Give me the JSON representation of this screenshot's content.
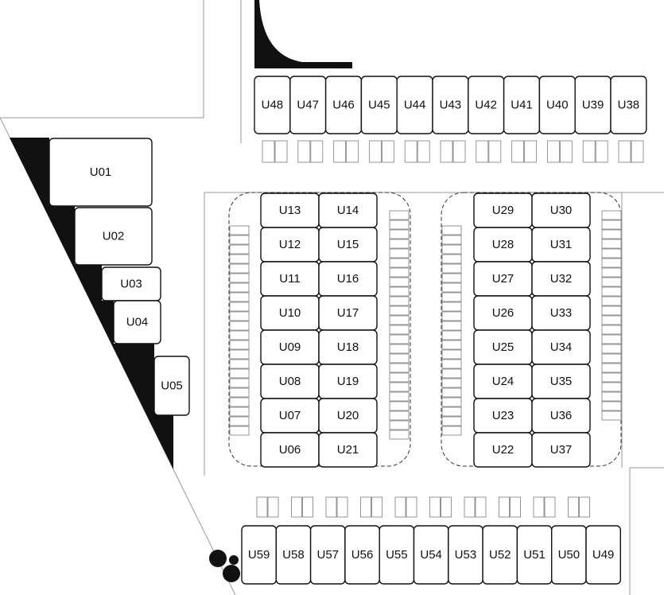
{
  "units": {
    "wedge": [
      "U01",
      "U02",
      "U03",
      "U04",
      "U05"
    ],
    "left_block_col1": [
      "U13",
      "U12",
      "U11",
      "U10",
      "U09",
      "U08",
      "U07",
      "U06"
    ],
    "left_block_col2": [
      "U14",
      "U15",
      "U16",
      "U17",
      "U18",
      "U19",
      "U20",
      "U21"
    ],
    "right_block_col1": [
      "U29",
      "U28",
      "U27",
      "U26",
      "U25",
      "U24",
      "U23",
      "U22"
    ],
    "right_block_col2": [
      "U30",
      "U31",
      "U32",
      "U33",
      "U34",
      "U35",
      "U36",
      "U37"
    ],
    "top_row": [
      "U48",
      "U47",
      "U46",
      "U45",
      "U44",
      "U43",
      "U42",
      "U41",
      "U40",
      "U39",
      "U38"
    ],
    "bottom_row": [
      "U59",
      "U58",
      "U57",
      "U56",
      "U55",
      "U54",
      "U53",
      "U52",
      "U51",
      "U50",
      "U49"
    ]
  },
  "colors": {
    "building_outline": "#111111",
    "road_line": "#9a9a9a",
    "solid_fill": "#111111"
  }
}
